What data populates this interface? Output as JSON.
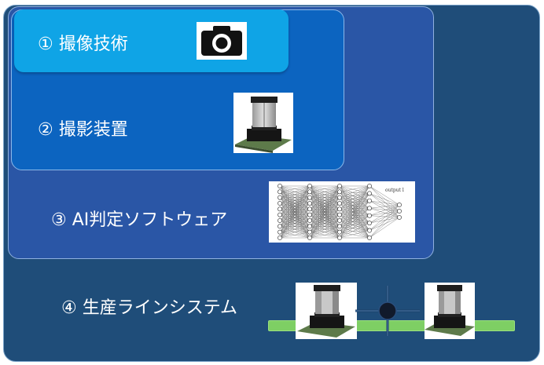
{
  "layers": [
    {
      "label": "① 撮像技術",
      "icon": "camera-icon"
    },
    {
      "label": "② 撮影装置",
      "icon": "inspection-device-icon"
    },
    {
      "label": "③ AI判定ソフトウェア",
      "icon": "neural-network-icon",
      "nn_output_text": "output l"
    },
    {
      "label": "④ 生産ラインシステム",
      "icon": "production-line-icon"
    }
  ],
  "colors": {
    "layer4_bg": "#1f4d79",
    "layer3_bg": "#2a56a6",
    "layer2_bg": "#0c64c0",
    "layer1_bg": "#0fa4e6",
    "rail": "#7ecf64",
    "connector": "#1c3f66"
  }
}
